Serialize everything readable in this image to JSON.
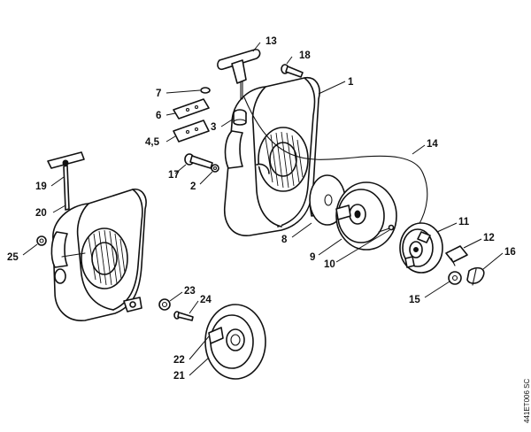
{
  "diagram": {
    "drawing_code": "441ET006 SC",
    "callouts": {
      "c1": "1",
      "c2": "2",
      "c3": "3",
      "c45": "4,5",
      "c6": "6",
      "c7": "7",
      "c8": "8",
      "c9": "9",
      "c10": "10",
      "c11": "11",
      "c12": "12",
      "c13": "13",
      "c14": "14",
      "c15": "15",
      "c16": "16",
      "c17": "17",
      "c18": "18",
      "c19": "19",
      "c20": "20",
      "c21": "21",
      "c22": "22",
      "c23": "23",
      "c24": "24",
      "c25": "25"
    },
    "colors": {
      "ink": "#111111",
      "paper": "#ffffff"
    }
  }
}
